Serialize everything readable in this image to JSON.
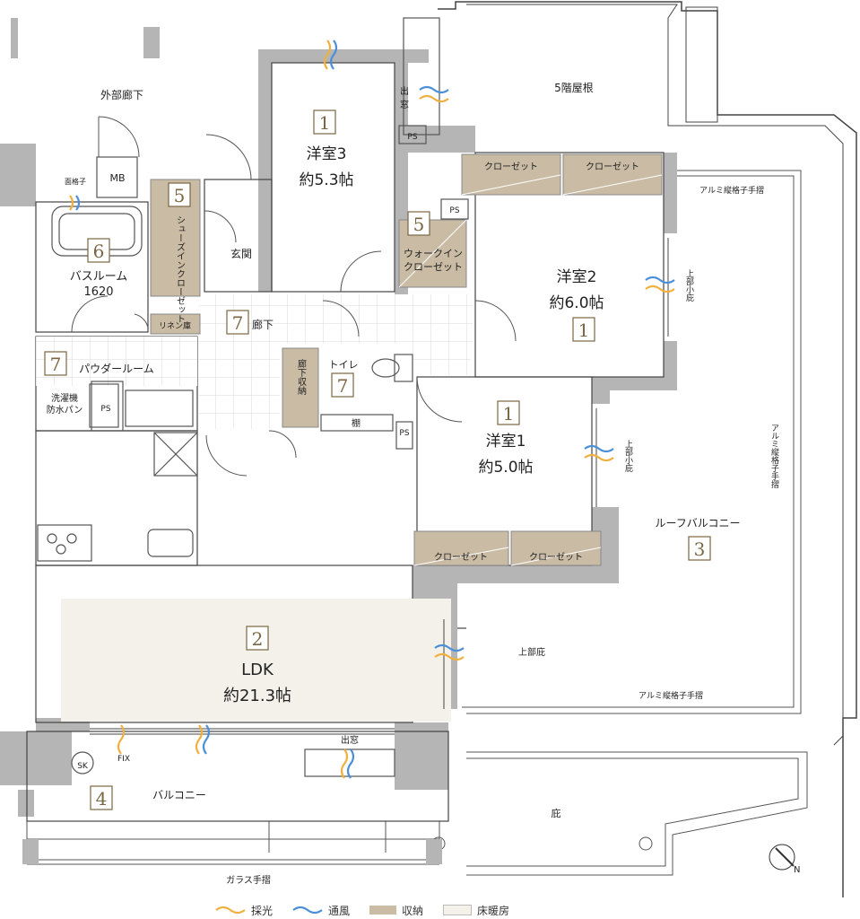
{
  "rooms": {
    "western3": {
      "name": "洋室3",
      "size": "約5.3帖",
      "num": "1"
    },
    "western2": {
      "name": "洋室2",
      "size": "約6.0帖",
      "num": "1"
    },
    "western1": {
      "name": "洋室1",
      "size": "約5.0帖",
      "num": "1"
    },
    "ldk": {
      "name": "LDK",
      "size": "約21.3帖",
      "num": "2"
    },
    "bath": {
      "name": "バスルーム",
      "size": "1620",
      "num": "6"
    },
    "shoes": {
      "name": "シューズインクローゼット",
      "num": "5"
    },
    "walkin": {
      "name1": "ウォークイン",
      "name2": "クローゼット",
      "num": "5"
    },
    "powder": {
      "name": "パウダールーム",
      "num": "7"
    },
    "corridor": {
      "name": "廊下",
      "num": "7"
    },
    "toilet": {
      "name": "トイレ",
      "num": "7"
    },
    "roof_balcony": {
      "name": "ルーフバルコニー",
      "num": "3"
    },
    "balcony": {
      "name": "バルコニー",
      "num": "4"
    }
  },
  "labels": {
    "outer_corridor": "外部廊下",
    "roof_5f": "5階屋根",
    "mb": "MB",
    "ps": "PS",
    "closet": "クローゼット",
    "entrance": "玄関",
    "linen": "リネン庫",
    "washer1": "洗濯機",
    "washer2": "防水パン",
    "hall_storage": "廊下収納",
    "shelf": "棚",
    "bay1": "出",
    "bay2": "窓",
    "bay_window": "出窓",
    "alum1": "アルミ縦格子手摺",
    "alum_v": "アルミ縦格子手摺",
    "upper_small": "上部小庇",
    "upper_eave": "上部庇",
    "eave": "庇",
    "glass": "ガラス手摺",
    "sk": "SK",
    "fix": "FIX",
    "grille": "面格子"
  },
  "legend": [
    {
      "label": "採光",
      "color": "#f0b040"
    },
    {
      "label": "通風",
      "color": "#4a8fd8"
    },
    {
      "label": "収納",
      "color": "#c9bba4"
    },
    {
      "label": "床暖房",
      "color": "#f4f1ea"
    }
  ]
}
